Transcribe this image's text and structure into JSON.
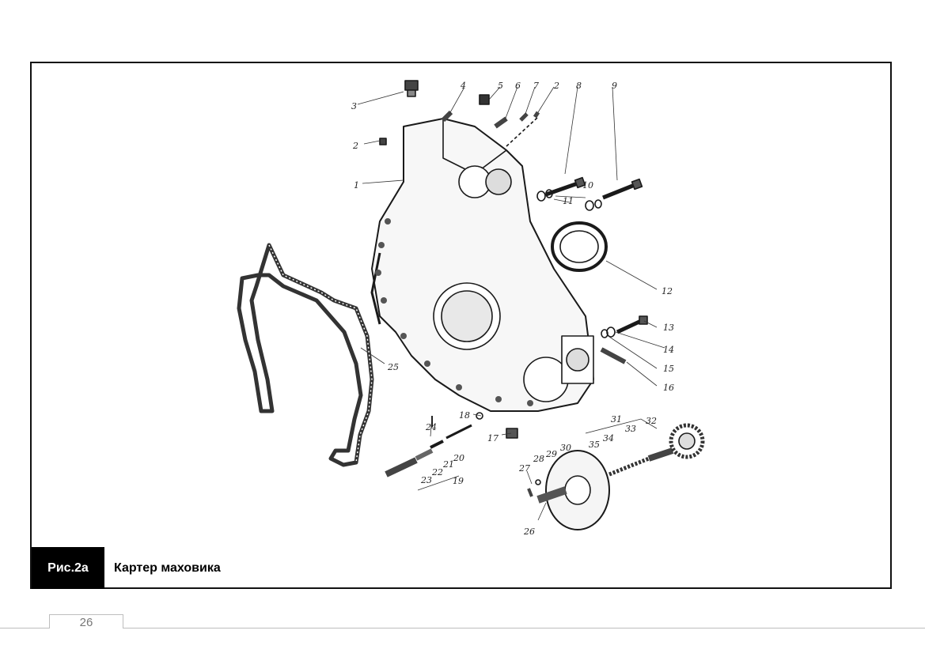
{
  "figure": {
    "label": "Рис.2а",
    "title": "Картер маховика"
  },
  "page_number": "26",
  "callouts": [
    "1",
    "2",
    "2",
    "3",
    "4",
    "5",
    "6",
    "7",
    "8",
    "9",
    "10",
    "11",
    "12",
    "13",
    "14",
    "15",
    "16",
    "17",
    "18",
    "19",
    "20",
    "21",
    "22",
    "23",
    "24",
    "25",
    "26",
    "27",
    "28",
    "29",
    "30",
    "31",
    "32",
    "33",
    "34",
    "35"
  ]
}
